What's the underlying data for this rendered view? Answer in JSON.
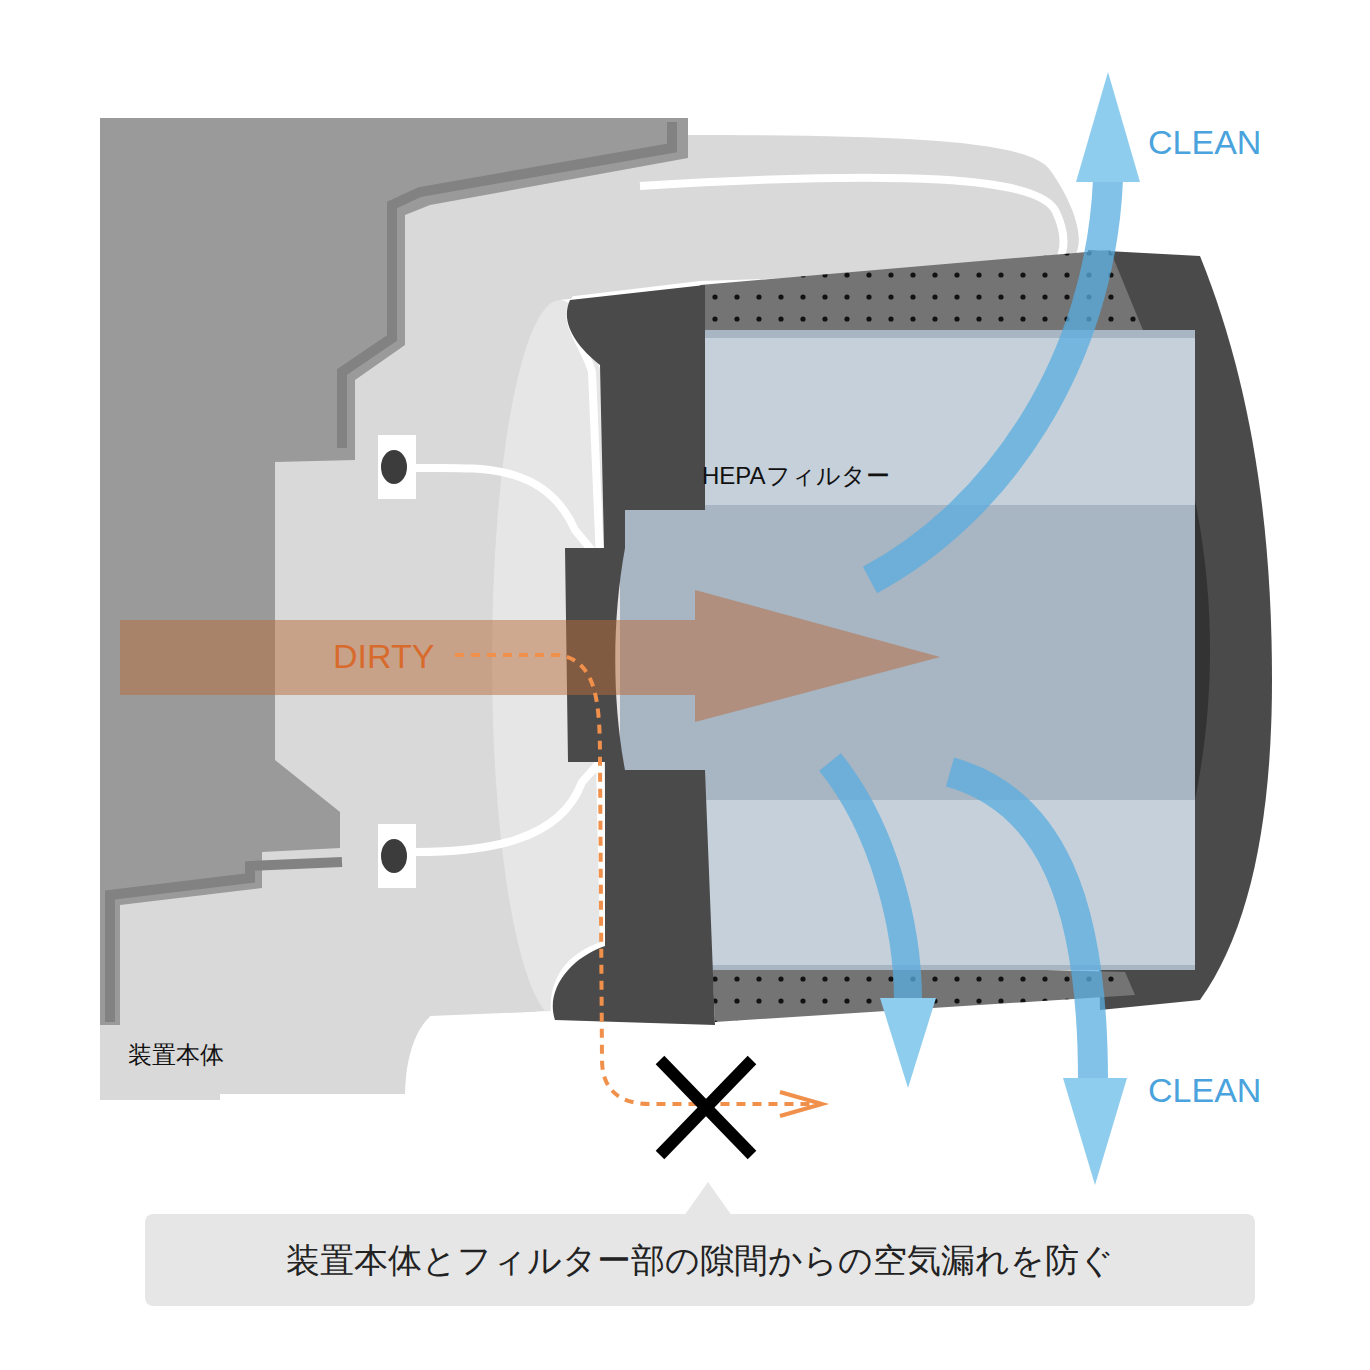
{
  "diagram": {
    "nodes": [
      {
        "text": [
          "装置本体とフィルター部の隙間からの空気漏れを防ぐ"
        ]
      }
    ],
    "labels": [
      "CLEAN",
      "HEPAフィルター",
      "DIRTY",
      "装置本体",
      "CLEAN"
    ]
  }
}
